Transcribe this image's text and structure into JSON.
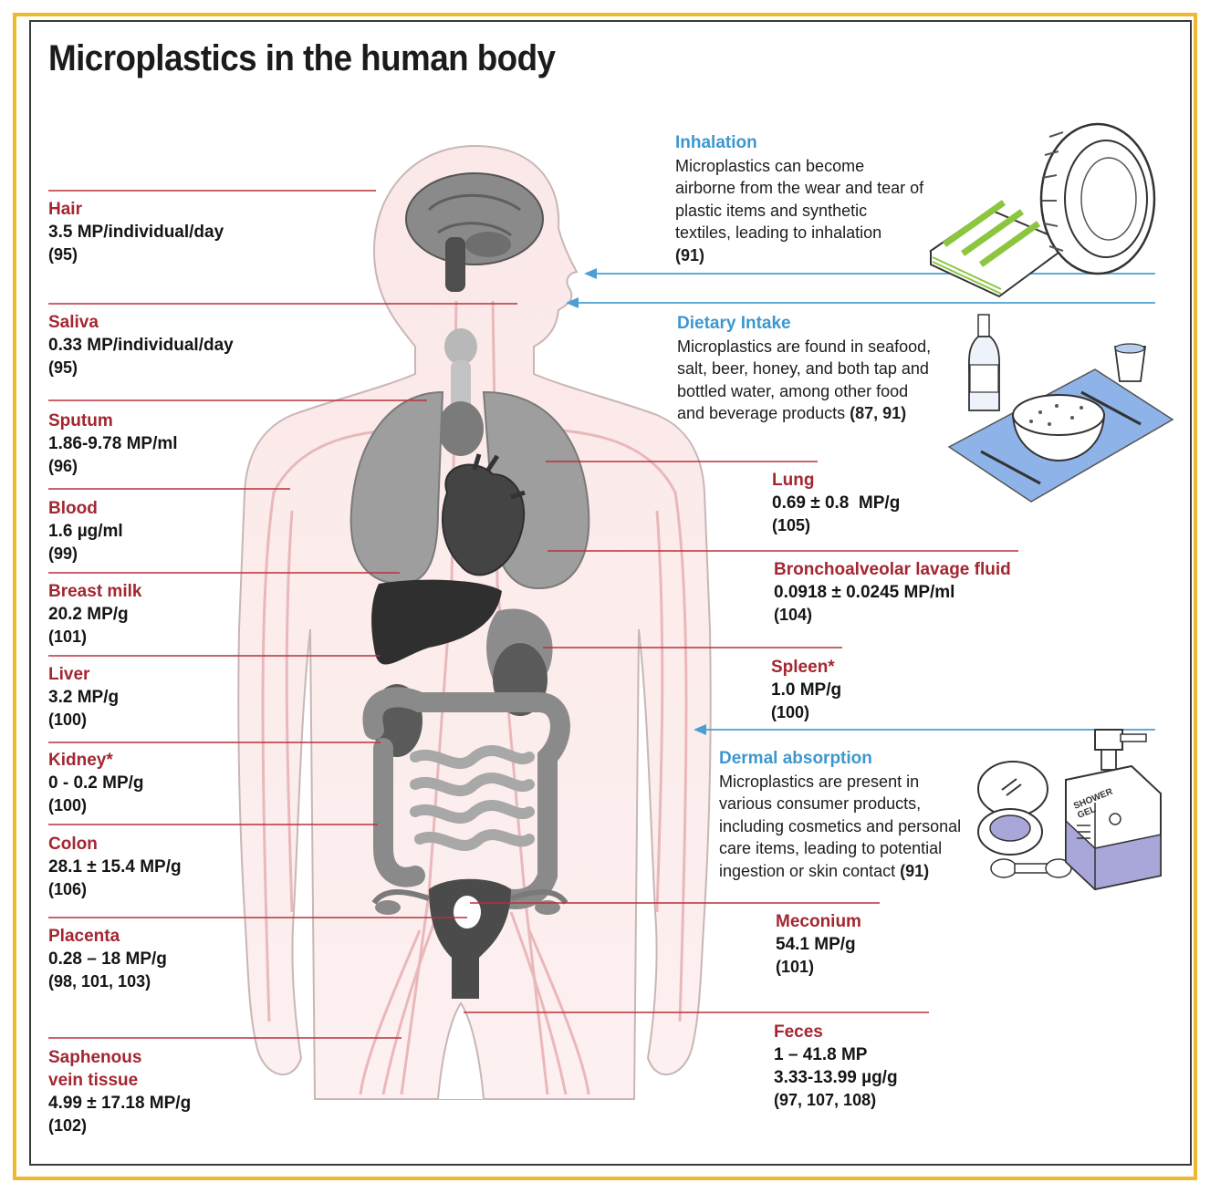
{
  "title": "Microplastics in the human body",
  "colors": {
    "frame": "#f0b92d",
    "organ_name": "#a32630",
    "route_heading": "#3d97cf",
    "leader_line": "#b9303a",
    "arrow": "#4a9fd4"
  },
  "left_labels": [
    {
      "name": "Hair",
      "value": "3.5 MP/individual/day",
      "ref": "(95)"
    },
    {
      "name": "Saliva",
      "value": "0.33 MP/individual/day",
      "ref": "(95)"
    },
    {
      "name": "Sputum",
      "value": "1.86-9.78 MP/ml",
      "ref": "(96)"
    },
    {
      "name": "Blood",
      "value": "1.6 µg/ml",
      "ref": "(99)"
    },
    {
      "name": "Breast milk",
      "value": "20.2 MP/g",
      "ref": "(101)"
    },
    {
      "name": "Liver",
      "value": "3.2 MP/g",
      "ref": "(100)"
    },
    {
      "name": "Kidney*",
      "value": "0 - 0.2 MP/g",
      "ref": "(100)"
    },
    {
      "name": "Colon",
      "value": "28.1 ± 15.4 MP/g",
      "ref": "(106)"
    },
    {
      "name": "Placenta",
      "value": "0.28 – 18 MP/g",
      "ref": "(98, 101, 103)"
    },
    {
      "name_line1": "Saphenous",
      "name_line2": "vein tissue",
      "value": "4.99 ± 17.18 MP/g",
      "ref": "(102)"
    }
  ],
  "right_labels": [
    {
      "name": "Lung",
      "value": "0.69 ± 0.8  MP/g",
      "ref": "(105)"
    },
    {
      "name": "Bronchoalveolar lavage fluid",
      "value": "0.0918 ± 0.0245 MP/ml",
      "ref": "(104)"
    },
    {
      "name": "Spleen*",
      "value": "1.0 MP/g",
      "ref": "(100)"
    },
    {
      "name": "Meconium",
      "value": "54.1 MP/g",
      "ref": "(101)"
    },
    {
      "name": "Feces",
      "value": "1 – 41.8 MP",
      "value2": "3.33-13.99 µg/g",
      "ref": "(97, 107, 108)"
    }
  ],
  "routes": {
    "inhalation": {
      "heading": "Inhalation",
      "lines": [
        "Microplastics can become",
        "airborne from the wear and tear of",
        "plastic items and synthetic",
        "textiles, leading to inhalation"
      ],
      "ref": "(91)"
    },
    "dietary": {
      "heading": "Dietary Intake",
      "lines": [
        "Microplastics are found in seafood,",
        "salt, beer, honey, and both tap and",
        "bottled water, among other food"
      ],
      "last_line": "and beverage products ",
      "ref": "(87, 91)"
    },
    "dermal": {
      "heading": "Dermal absorption",
      "lines": [
        "Microplastics are present in",
        "various consumer products,",
        "including cosmetics and personal",
        "care items, leading to potential"
      ],
      "last_line": "ingestion or skin contact ",
      "ref": "(91)"
    }
  },
  "gel_bottle_text": "SHOWER GEL",
  "icons": [
    "folded-shirts-icon",
    "tire-icon",
    "bottle-icon",
    "cup-icon",
    "rice-bowl-icon",
    "fork-icon",
    "knife-icon",
    "compact-icon",
    "shower-gel-icon",
    "applicator-icon"
  ]
}
